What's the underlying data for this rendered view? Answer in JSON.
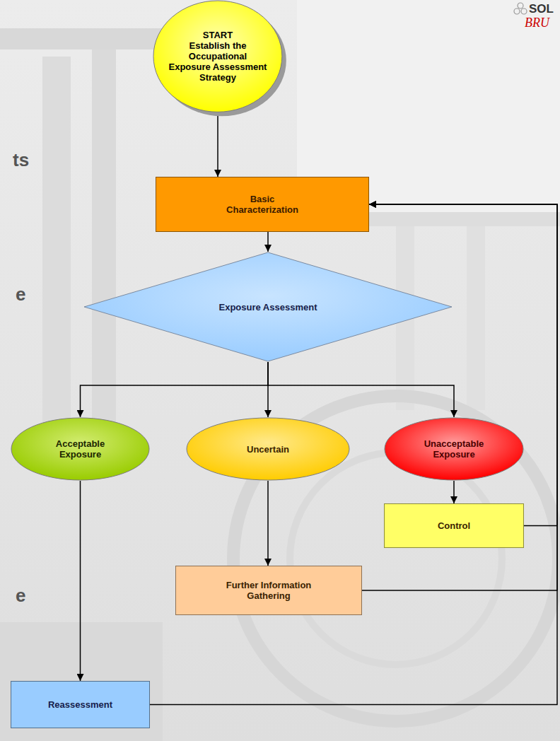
{
  "diagram": {
    "nodes": [
      {
        "text": [
          "START",
          "Establish the Occupational Exposure Assessment Strategy"
        ]
      },
      {
        "text": [
          "Basic Characterization"
        ]
      },
      {
        "text": [
          "Exposure Assessment"
        ]
      },
      {
        "text": [
          "Acceptable Exposure"
        ]
      },
      {
        "text": [
          "Uncertain"
        ]
      },
      {
        "text": [
          "Unacceptable Exposure"
        ]
      },
      {
        "text": [
          "Control"
        ]
      },
      {
        "text": [
          "Further Information Gathering"
        ]
      },
      {
        "text": [
          "Reassessment"
        ]
      }
    ],
    "edges": [
      {
        "from": 0,
        "to": 1,
        "arrow": "to"
      },
      {
        "from": 1,
        "to": 2,
        "arrow": "to"
      },
      {
        "from": 2,
        "to": 3,
        "arrow": "to"
      },
      {
        "from": 2,
        "to": 4,
        "arrow": "to"
      },
      {
        "from": 2,
        "to": 5,
        "arrow": "to"
      },
      {
        "from": 3,
        "to": 8,
        "arrow": "to"
      },
      {
        "from": 4,
        "to": 7,
        "arrow": "to"
      },
      {
        "from": 5,
        "to": 6,
        "arrow": "to"
      },
      {
        "from": 6,
        "to": 1,
        "arrow": "to"
      },
      {
        "from": 7,
        "to": 1,
        "arrow": "to"
      },
      {
        "from": 8,
        "to": 1,
        "arrow": "to"
      }
    ],
    "labels": [
      "SOL",
      "BRU",
      "ts",
      "e",
      "e"
    ]
  }
}
